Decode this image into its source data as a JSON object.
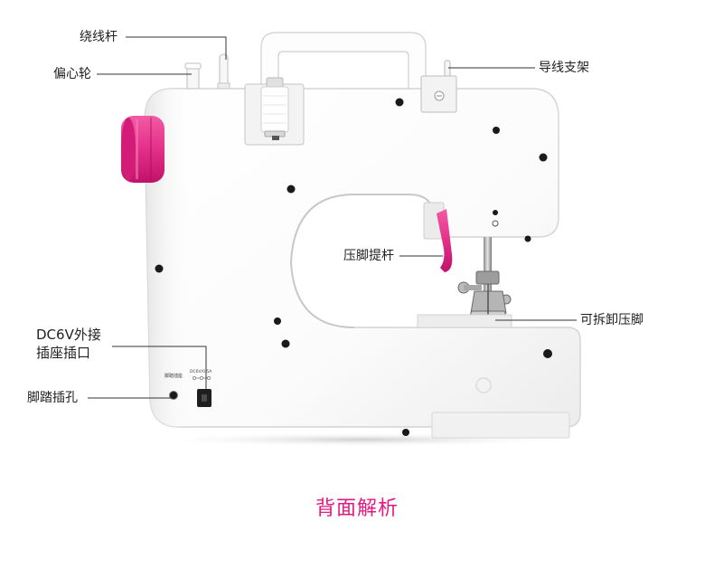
{
  "labels": {
    "bobbin_winder": "绕线杆",
    "eccentric_wheel": "偏心轮",
    "thread_guide": "导线支架",
    "presser_lever": "压脚提杆",
    "dc_socket_line1": "DC6V外接",
    "dc_socket_line2": "插座插口",
    "presser_foot": "可拆卸压脚",
    "pedal_jack": "脚踏插孔"
  },
  "machine_text": {
    "pedal_socket": "脚踏插座",
    "dc_rating": "DC6V/0.5A"
  },
  "caption": "背面解析",
  "colors": {
    "accent": "#e5197f",
    "wheel": "#e6338c",
    "label": "#222222",
    "line": "#333333",
    "screw": "#1a1a1a",
    "bg": "#ffffff"
  }
}
